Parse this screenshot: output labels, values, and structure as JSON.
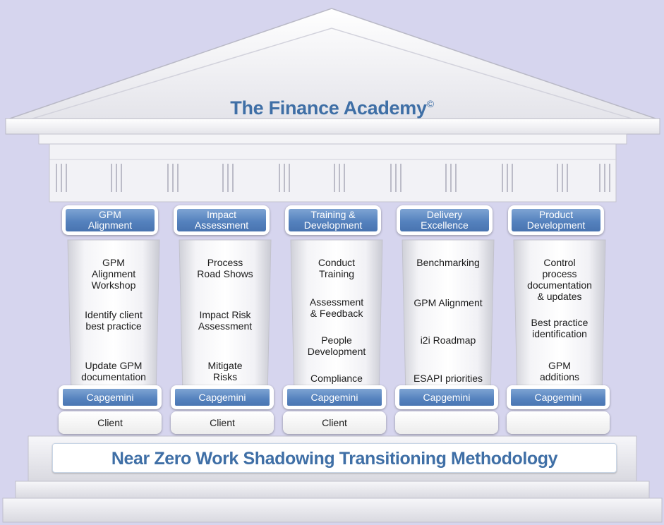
{
  "title": {
    "text": "The Finance Academy",
    "mark": "©"
  },
  "pillars": [
    {
      "header_line1": "GPM",
      "header_line2": "Alignment",
      "activities": [
        "GPM\nAlignment\nWorkshop",
        "Identify client\nbest practice",
        "Update GPM\ndocumentation"
      ],
      "capgemini": "Capgemini",
      "client": "Client"
    },
    {
      "header_line1": "Impact",
      "header_line2": "Assessment",
      "activities": [
        "Process\nRoad Shows",
        "Impact Risk\nAssessment",
        "Mitigate\nRisks"
      ],
      "capgemini": "Capgemini",
      "client": "Client"
    },
    {
      "header_line1": "Training &",
      "header_line2": "Development",
      "activities": [
        "Conduct\nTraining",
        "Assessment\n& Feedback",
        "People\nDevelopment",
        "Compliance"
      ],
      "capgemini": "Capgemini",
      "client": "Client"
    },
    {
      "header_line1": "Delivery",
      "header_line2": "Excellence",
      "activities": [
        "Benchmarking",
        "GPM Alignment",
        "i2i Roadmap",
        "ESAPI priorities"
      ],
      "capgemini": "Capgemini",
      "client": ""
    },
    {
      "header_line1": "Product",
      "header_line2": "Development",
      "activities": [
        "Control\nprocess\ndocumentation\n& updates",
        "Best practice\nidentification",
        "GPM\nadditions"
      ],
      "capgemini": "Capgemini",
      "client": ""
    }
  ],
  "foundation": {
    "text": "Near Zero Work Shadowing Transitioning Methodology"
  },
  "colors": {
    "background": "#d6d5ee",
    "title_blue": "#3f6fa6",
    "header_blue": "#5582be"
  }
}
